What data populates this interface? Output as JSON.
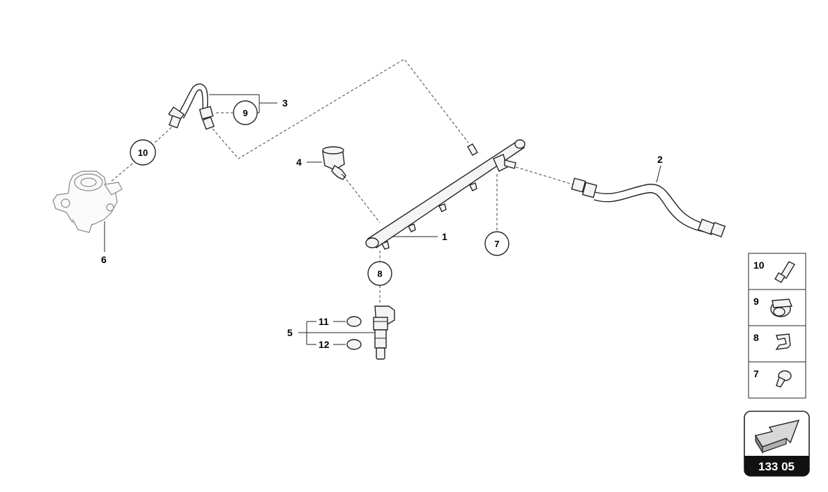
{
  "callouts": {
    "c1": "1",
    "c2": "2",
    "c3": "3",
    "c4": "4",
    "c5": "5",
    "c6": "6",
    "c7": "7",
    "c8": "8",
    "c9": "9",
    "c10": "10",
    "c11": "11",
    "c12": "12"
  },
  "legend": [
    {
      "num": "10",
      "icon": "fitting-icon"
    },
    {
      "num": "9",
      "icon": "hose-clamp-icon"
    },
    {
      "num": "8",
      "icon": "retaining-clip-icon"
    },
    {
      "num": "7",
      "icon": "screw-icon"
    }
  ],
  "page_badge": {
    "label": "133 05",
    "icon": "next-page-arrow-icon"
  }
}
